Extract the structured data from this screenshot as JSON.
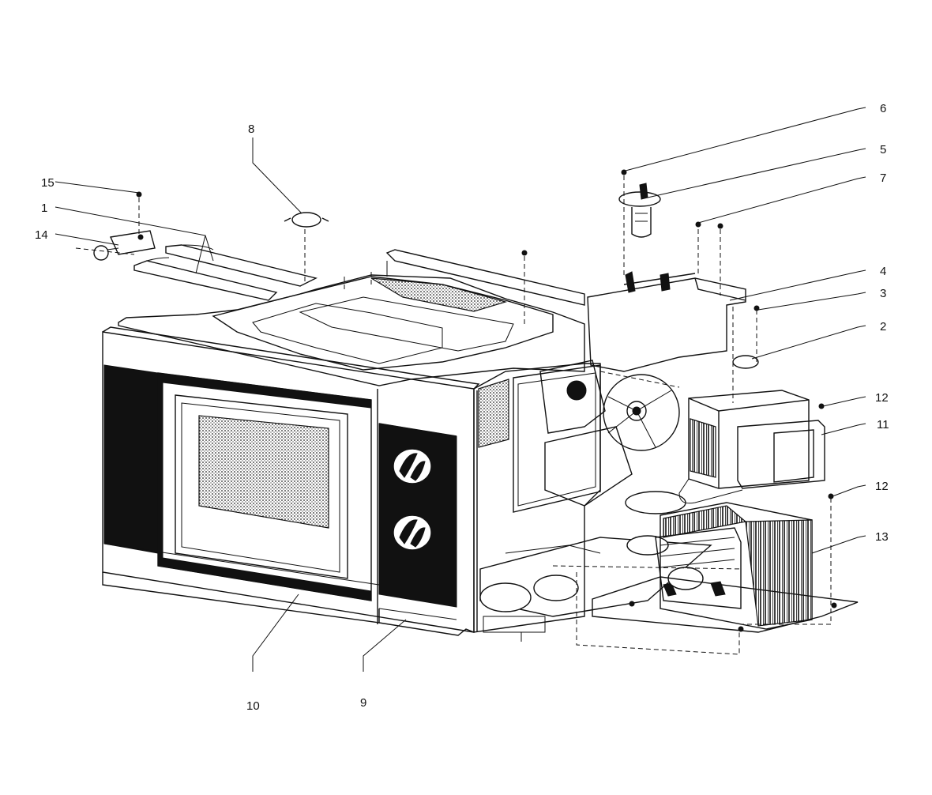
{
  "diagram": {
    "callouts": [
      "1",
      "2",
      "3",
      "4",
      "5",
      "6",
      "7",
      "8",
      "9",
      "10",
      "11",
      "12",
      "12",
      "13",
      "14",
      "15"
    ]
  }
}
